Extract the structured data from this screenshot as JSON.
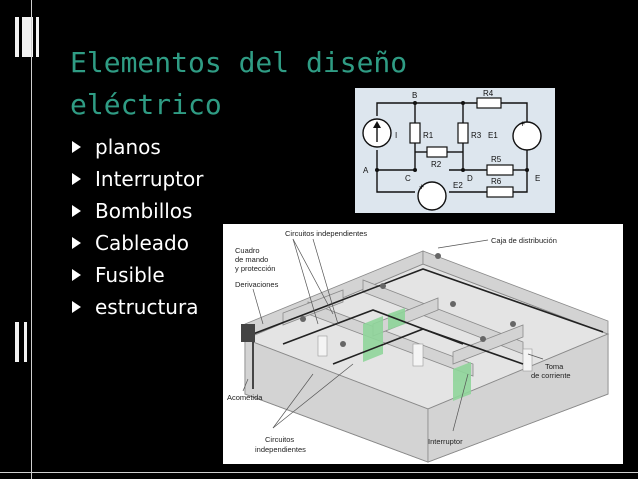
{
  "slide": {
    "title": "Elementos del diseño eléctrico",
    "bullets": [
      "planos",
      "Interruptor",
      "Bombillos",
      "Cableado",
      "Fusible",
      "estructura"
    ]
  },
  "circuit_diagram": {
    "node_labels": [
      "A",
      "B",
      "C",
      "D",
      "E"
    ],
    "component_labels": [
      "I",
      "R1",
      "R2",
      "R3",
      "R4",
      "R5",
      "R6",
      "E1",
      "E2"
    ]
  },
  "house_diagram": {
    "labels": {
      "circuitos_top": "Circuitos independientes",
      "caja": "Caja de distribución",
      "cuadro_1": "Cuadro",
      "cuadro_2": "de mando",
      "cuadro_3": "y protección",
      "derivaciones": "Derivaciones",
      "toma_1": "Toma",
      "toma_2": "de corriente",
      "acometida": "Acometida",
      "circuitos_bottom_1": "Circuitos",
      "circuitos_bottom_2": "independientes",
      "interruptor": "Interruptor"
    }
  },
  "colors": {
    "title": "#2f9c84",
    "background": "#000000",
    "text": "#ffffff",
    "circuit_bg": "#dde6ee"
  }
}
